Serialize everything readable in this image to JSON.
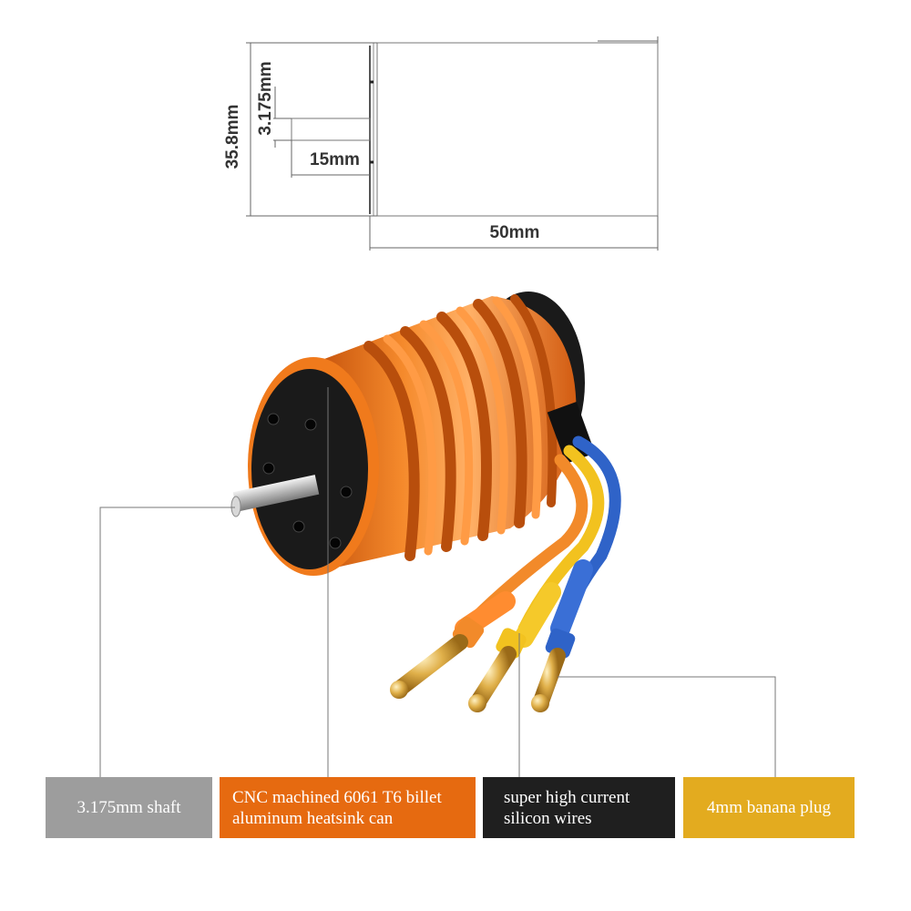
{
  "dimensions": {
    "diameter": "35.8mm",
    "shaft_diameter": "3.175mm",
    "shaft_length": "15mm",
    "can_length": "50mm"
  },
  "features": [
    {
      "label": "3.175mm shaft",
      "color": "#9d9d9d"
    },
    {
      "label": "CNC machined 6061 T6 billet aluminum heatsink can",
      "line1": "CNC machined 6061 T6 billet",
      "line2": "aluminum heatsink can",
      "color": "#e66a10"
    },
    {
      "label": "super high current silicon wires",
      "line1": "super high current",
      "line2": "silicon wires",
      "color": "#1f1f1f"
    },
    {
      "label": "4mm banana plug",
      "color": "#e3ab1f"
    }
  ],
  "colors": {
    "motor_can": "#f07a1c",
    "motor_face": "#1a1a1a",
    "shaft": "#c9c9c9",
    "wire_orange": "#f28a2a",
    "wire_yellow": "#f2c21f",
    "wire_blue": "#2f63c8",
    "plug_gold": "#d9a43a",
    "leader_line": "#777777"
  }
}
